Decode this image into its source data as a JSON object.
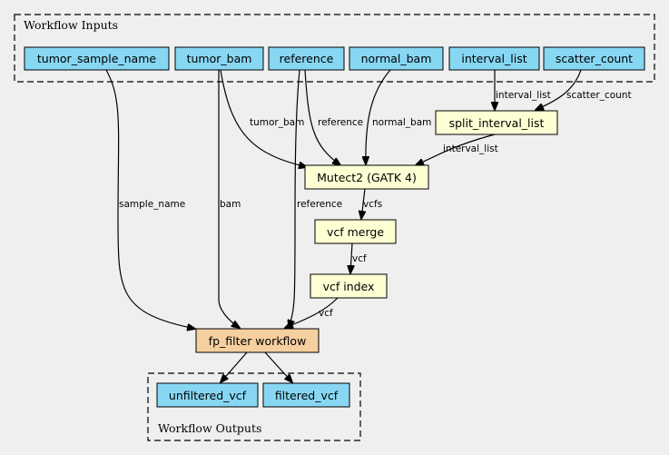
{
  "clusters": {
    "inputs_label": "Workflow Inputs",
    "outputs_label": "Workflow Outputs"
  },
  "colors": {
    "io_node": "#87d7f3",
    "task_node": "#ffffd4",
    "workflow_node": "#f6cf9f",
    "background": "#efefef"
  },
  "inputs": {
    "tumor_sample_name": "tumor_sample_name",
    "tumor_bam": "tumor_bam",
    "reference": "reference",
    "normal_bam": "normal_bam",
    "interval_list": "interval_list",
    "scatter_count": "scatter_count"
  },
  "tasks": {
    "split_interval_list": "split_interval_list",
    "mutect2": "Mutect2 (GATK 4)",
    "vcf_merge": "vcf merge",
    "vcf_index": "vcf index",
    "fp_filter": "fp_filter workflow"
  },
  "outputs": {
    "unfiltered_vcf": "unfiltered_vcf",
    "filtered_vcf": "filtered_vcf"
  },
  "edge_labels": {
    "interval_list_in": "interval_list",
    "scatter_count_in": "scatter_count",
    "tumor_bam": "tumor_bam",
    "reference_mutect": "reference",
    "normal_bam": "normal_bam",
    "interval_list_out": "interval_list",
    "sample_name": "sample_name",
    "bam": "bam",
    "reference_fp": "reference",
    "vcfs": "vcfs",
    "vcf_merge_out": "vcf",
    "vcf_index_out": "vcf"
  }
}
